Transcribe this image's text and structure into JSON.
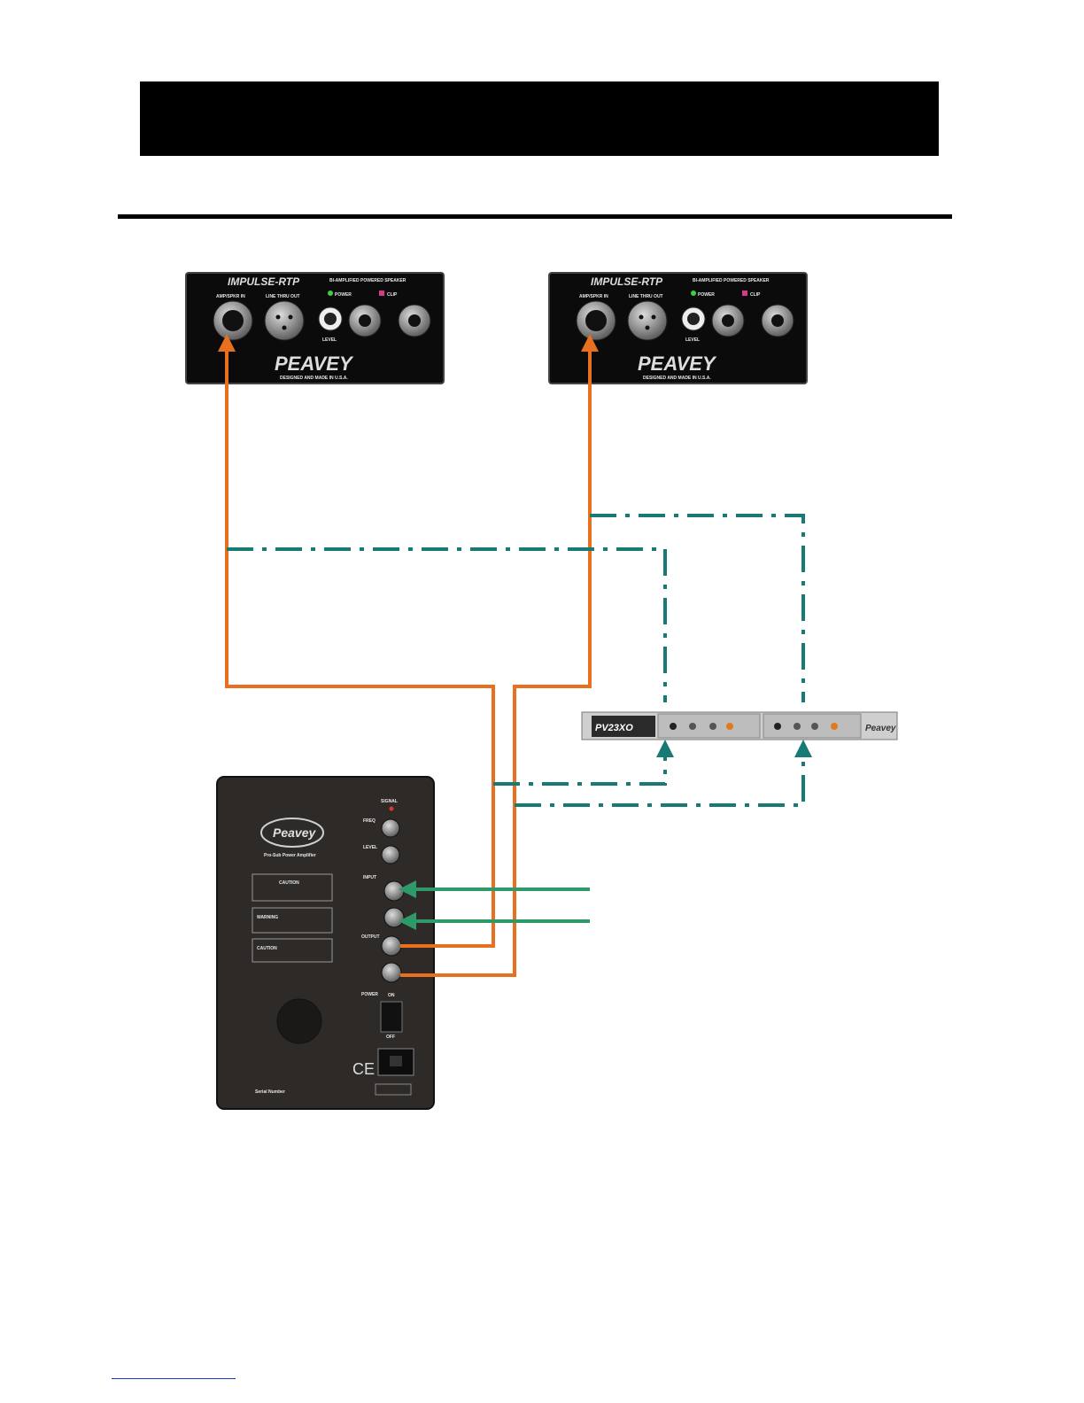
{
  "header": {
    "title_bar_color": "#000000"
  },
  "colors": {
    "orange_cable": "#e8701e",
    "green_cable": "#2e9a6a",
    "teal_dashed": "#177a74"
  },
  "top_modules": [
    {
      "model": "IMPULSE-RTP",
      "brand": "PEAVEY",
      "labels": {
        "input": "AMP/SPKR IN",
        "line_out": "LINE THRU OUT",
        "power": "POWER",
        "clip": "CLIP",
        "level": "LEVEL",
        "note": "BI-AMPLIFIED POWERED SPEAKER",
        "made_in": "DESIGNED AND MADE IN U.S.A."
      }
    },
    {
      "model": "IMPULSE-RTP",
      "brand": "PEAVEY",
      "labels": {
        "input": "AMP/SPKR IN",
        "line_out": "LINE THRU OUT",
        "power": "POWER",
        "clip": "CLIP",
        "level": "LEVEL",
        "note": "BI-AMPLIFIED POWERED SPEAKER",
        "made_in": "DESIGNED AND MADE IN U.S.A."
      }
    }
  ],
  "crossover": {
    "model": "PV23XO",
    "brand": "Peavey"
  },
  "sub_amp": {
    "brand": "Peavey",
    "name": "Pro-Sub Power Amplifier",
    "labels": {
      "signal": "SIGNAL",
      "freq": "FREQ",
      "level": "LEVEL",
      "input": "INPUT",
      "output": "OUTPUT",
      "power": "POWER",
      "on": "ON",
      "off": "OFF",
      "caution": "CAUTION",
      "warning": "WARNING",
      "caution2": "CAUTION",
      "ce": "CE",
      "serial": "Serial Number"
    }
  }
}
